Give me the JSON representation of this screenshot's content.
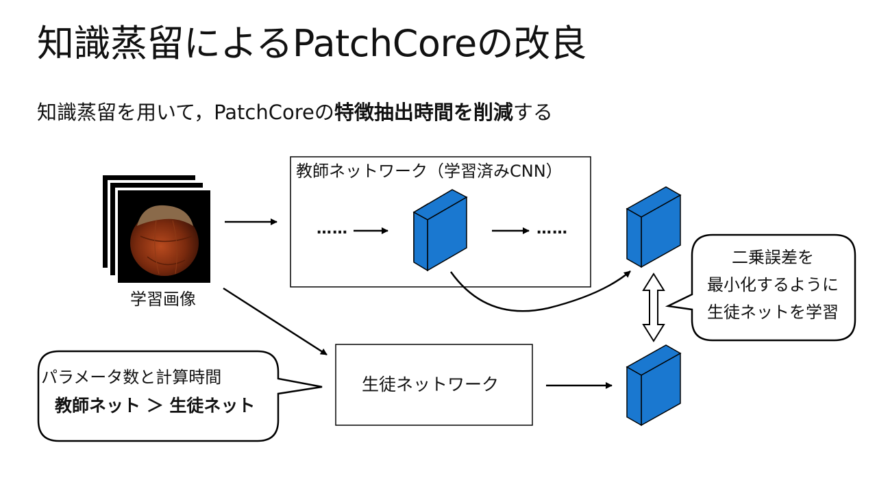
{
  "slide": {
    "title": "知識蒸留によるPatchCoreの改良",
    "subtitle_pre": "知識蒸留を用いて，PatchCoreの",
    "subtitle_bold": "特徴抽出時間を削減",
    "subtitle_post": "する"
  },
  "diagram": {
    "image_caption": "学習画像",
    "teacher_label": "教師ネットワーク（学習済みCNN）",
    "student_label": "生徒ネットワーク",
    "ellipsis_left": "……",
    "ellipsis_right": "……",
    "callout_right": [
      "二乗誤差を",
      "最小化するように",
      "生徒ネットを学習"
    ],
    "callout_left_line1": "パラメータ数と計算時間",
    "callout_left_line2": "教師ネット ＞ 生徒ネット",
    "colors": {
      "feature_block": "#1a78d0",
      "stroke": "#000000",
      "background": "#ffffff"
    },
    "icons": [
      "hazelnut-image-stack",
      "feature-map-block",
      "double-arrow"
    ]
  }
}
